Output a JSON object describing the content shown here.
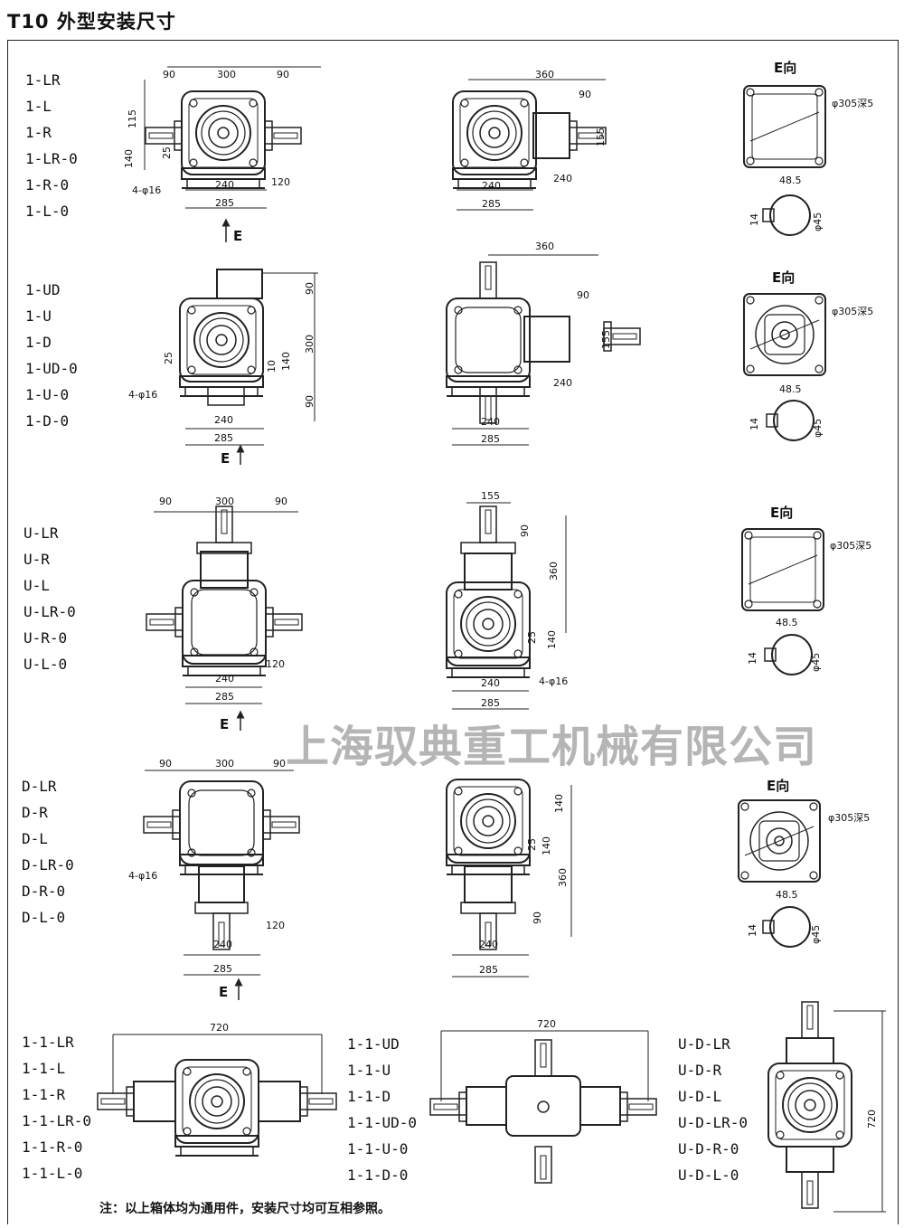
{
  "title": "T10 外型安装尺寸",
  "watermark": "上海驭典重工机械有限公司",
  "note": "注：以上箱体均为通用件，安装尺寸均可互相参照。",
  "models": {
    "g1": [
      "1-LR",
      "1-L",
      "1-R",
      "1-LR-0",
      "1-R-0",
      "1-L-0"
    ],
    "g2": [
      "1-UD",
      "1-U",
      "1-D",
      "1-UD-0",
      "1-U-0",
      "1-D-0"
    ],
    "g3": [
      "U-LR",
      "U-R",
      "U-L",
      "U-LR-0",
      "U-R-0",
      "U-L-0"
    ],
    "g4": [
      "D-LR",
      "D-R",
      "D-L",
      "D-LR-0",
      "D-R-0",
      "D-L-0"
    ],
    "g5": [
      "1-1-LR",
      "1-1-L",
      "1-1-R",
      "1-1-LR-0",
      "1-1-R-0",
      "1-1-L-0"
    ],
    "g6": [
      "1-1-UD",
      "1-1-U",
      "1-1-D",
      "1-1-UD-0",
      "1-1-U-0",
      "1-1-D-0"
    ],
    "g7": [
      "U-D-LR",
      "U-D-R",
      "U-D-L",
      "U-D-LR-0",
      "U-D-R-0",
      "U-D-L-0"
    ]
  },
  "labels": {
    "e": "E",
    "e_view": "E向",
    "flange_bore": "φ305深5",
    "holes": "4-φ16",
    "shaft_d": "φ45",
    "key_h": "48.5",
    "key_w": "14"
  },
  "dims": {
    "d90": "90",
    "d300": "300",
    "d115": "115",
    "d140": "140",
    "d25": "25",
    "d240": "240",
    "d285": "285",
    "d120": "120",
    "d360": "360",
    "d155": "155",
    "d10": "10",
    "d720": "720"
  }
}
